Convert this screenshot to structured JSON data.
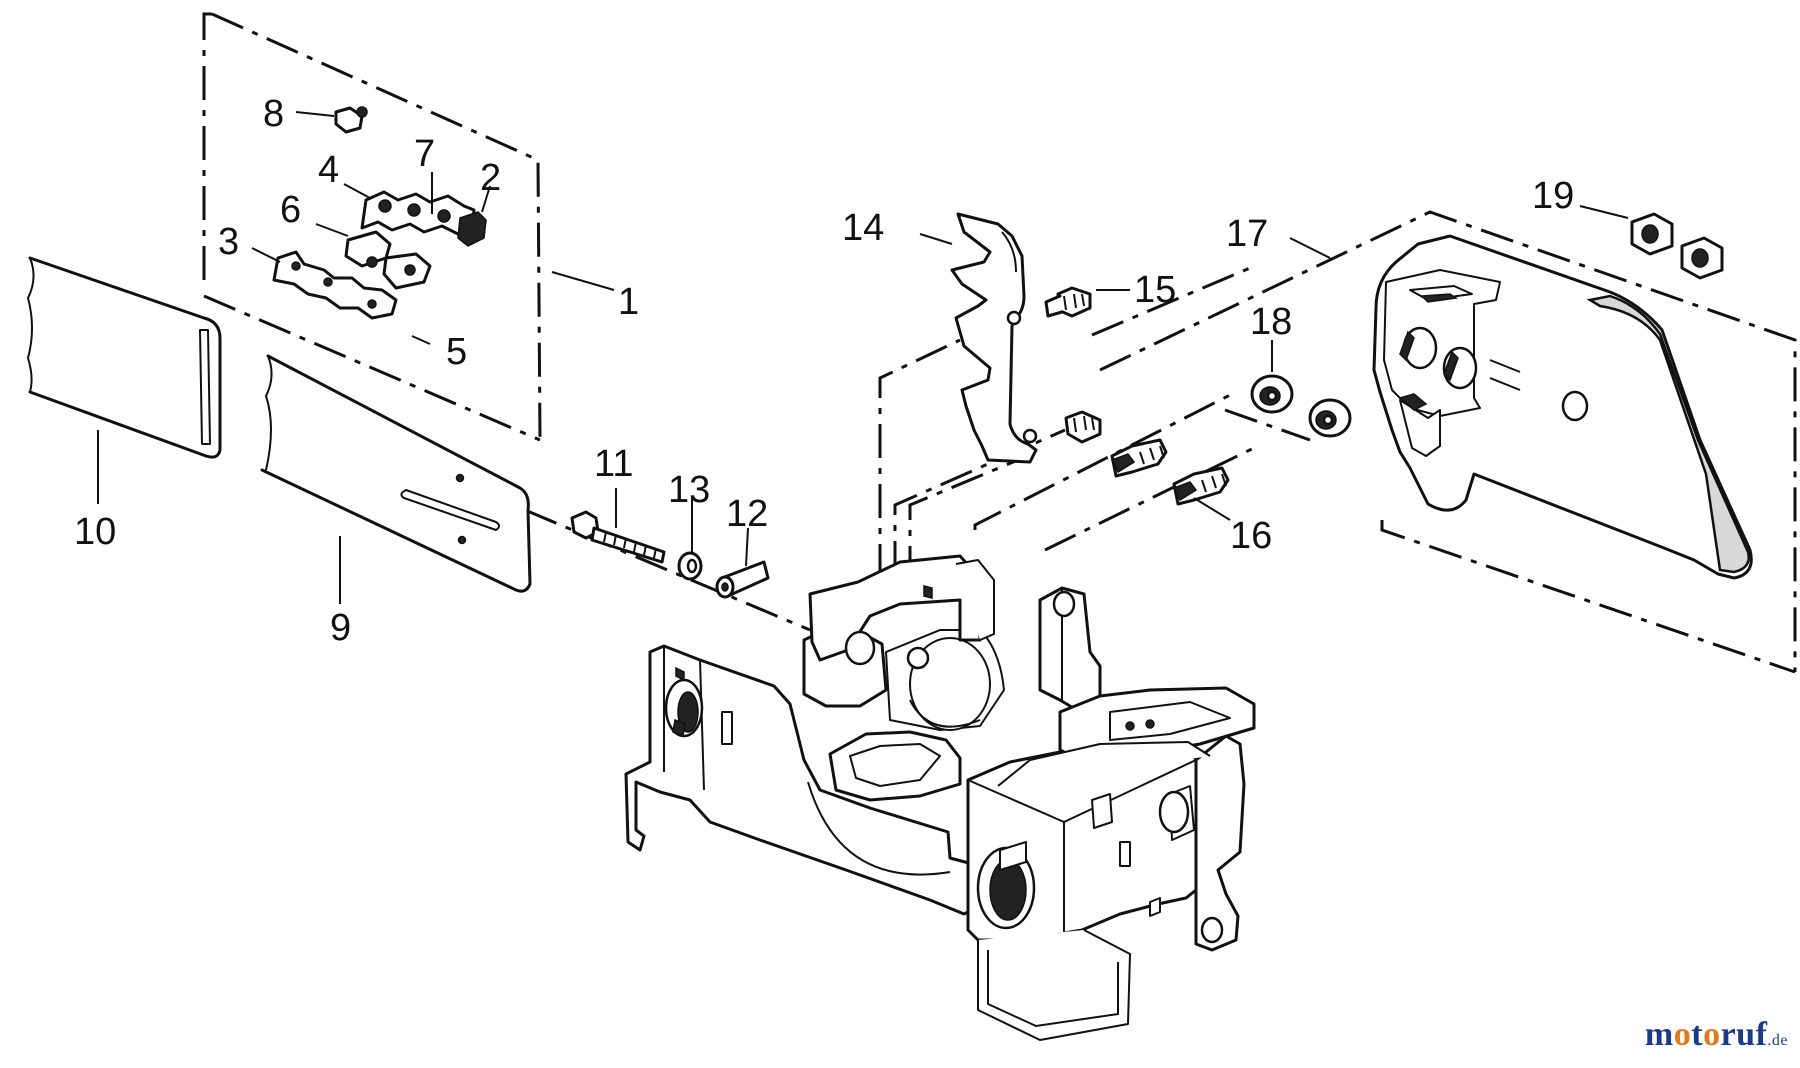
{
  "colors": {
    "line": "#111111",
    "background": "#ffffff",
    "logo_blue": "#1a3a8c",
    "logo_orange": "#e07a1a"
  },
  "callouts": [
    "1",
    "2",
    "3",
    "4",
    "5",
    "6",
    "7",
    "8",
    "9",
    "10",
    "11",
    "12",
    "13",
    "14",
    "15",
    "16",
    "17",
    "18",
    "19"
  ],
  "watermark": {
    "m": "m",
    "o1": "o",
    "t": "t",
    "o2": "o",
    "ruf": "ruf",
    "suffix": ".de"
  }
}
